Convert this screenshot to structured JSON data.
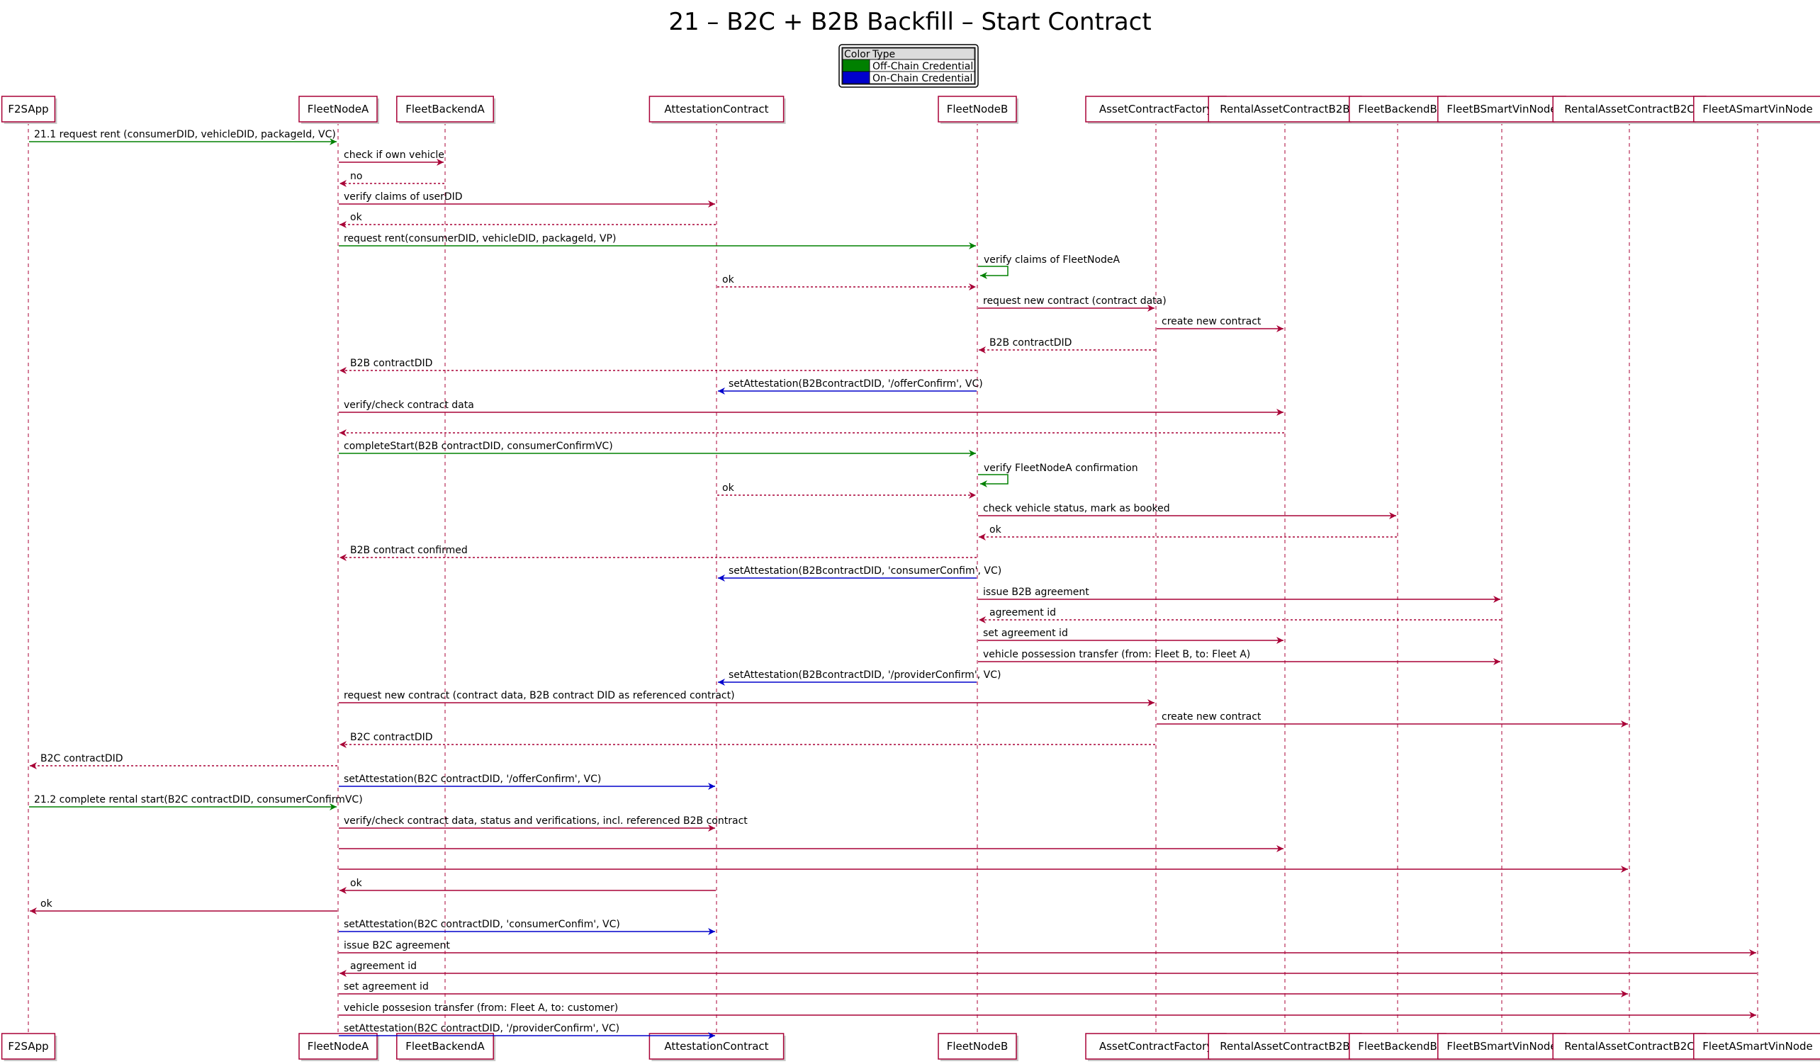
{
  "title": "21 – B2C + B2B Backfill – Start Contract",
  "legend": {
    "headers": [
      "Color",
      "Type"
    ],
    "rows": [
      {
        "color": "#008000",
        "type": "Off-Chain Credential"
      },
      {
        "color": "#0000cc",
        "type": "On-Chain Credential"
      }
    ]
  },
  "colors": {
    "default": "#a80036",
    "offchain": "#008000",
    "onchain": "#0000cc"
  },
  "participants": [
    {
      "id": "F2SApp",
      "label": "F2SApp"
    },
    {
      "id": "FleetNodeA",
      "label": "FleetNodeA"
    },
    {
      "id": "FleetBackendA",
      "label": "FleetBackendA"
    },
    {
      "id": "AttestationContract",
      "label": "AttestationContract"
    },
    {
      "id": "FleetNodeB",
      "label": "FleetNodeB"
    },
    {
      "id": "AssetContractFactory",
      "label": "AssetContractFactory"
    },
    {
      "id": "RentalAssetContractB2B",
      "label": "RentalAssetContractB2B"
    },
    {
      "id": "FleetBackendB",
      "label": "FleetBackendB"
    },
    {
      "id": "FleetBSmartVinNode",
      "label": "FleetBSmartVinNode"
    },
    {
      "id": "RentalAssetContractB2C",
      "label": "RentalAssetContractB2C"
    },
    {
      "id": "FleetASmartVinNode",
      "label": "FleetASmartVinNode"
    }
  ],
  "messages": [
    {
      "from": "F2SApp",
      "to": "FleetNodeA",
      "label": "21.1 request rent (consumerDID, vehicleDID, packageId, VC)",
      "type": "offchain"
    },
    {
      "from": "FleetNodeA",
      "to": "FleetBackendA",
      "label": "check if own vehicle",
      "type": "default"
    },
    {
      "from": "FleetBackendA",
      "to": "FleetNodeA",
      "label": "no",
      "type": "default",
      "dashed": true
    },
    {
      "from": "FleetNodeA",
      "to": "AttestationContract",
      "label": "verify claims of userDID",
      "type": "default"
    },
    {
      "from": "AttestationContract",
      "to": "FleetNodeA",
      "label": "ok",
      "type": "default",
      "dashed": true
    },
    {
      "from": "FleetNodeA",
      "to": "FleetNodeB",
      "label": "request rent(consumerDID, vehicleDID, packageId, VP)",
      "type": "offchain"
    },
    {
      "from": "FleetNodeB",
      "to": "FleetNodeB",
      "label": "verify claims of FleetNodeA",
      "type": "offchain",
      "self": true
    },
    {
      "from": "AttestationContract",
      "to": "FleetNodeB",
      "label": "ok",
      "type": "default",
      "dashed": true
    },
    {
      "from": "FleetNodeB",
      "to": "AssetContractFactory",
      "label": "request new contract (contract data)",
      "type": "default"
    },
    {
      "from": "AssetContractFactory",
      "to": "RentalAssetContractB2B",
      "label": "create new contract",
      "type": "default"
    },
    {
      "from": "AssetContractFactory",
      "to": "FleetNodeB",
      "label": "B2B contractDID",
      "type": "default",
      "dashed": true
    },
    {
      "from": "FleetNodeB",
      "to": "FleetNodeA",
      "label": "B2B contractDID",
      "type": "default",
      "dashed": true
    },
    {
      "from": "FleetNodeB",
      "to": "AttestationContract",
      "label": "setAttestation(B2BcontractDID, '/offerConfirm', VC)",
      "type": "onchain"
    },
    {
      "from": "FleetNodeA",
      "to": "RentalAssetContractB2B",
      "label": "verify/check contract data",
      "type": "default"
    },
    {
      "from": "RentalAssetContractB2B",
      "to": "FleetNodeA",
      "label": "",
      "type": "default",
      "dashed": true
    },
    {
      "from": "FleetNodeA",
      "to": "FleetNodeB",
      "label": "completeStart(B2B contractDID, consumerConfirmVC)",
      "type": "offchain"
    },
    {
      "from": "FleetNodeB",
      "to": "FleetNodeB",
      "label": "verify FleetNodeA confirmation",
      "type": "offchain",
      "self": true
    },
    {
      "from": "AttestationContract",
      "to": "FleetNodeB",
      "label": "ok",
      "type": "default",
      "dashed": true
    },
    {
      "from": "FleetNodeB",
      "to": "FleetBackendB",
      "label": "check vehicle status, mark as booked",
      "type": "default"
    },
    {
      "from": "FleetBackendB",
      "to": "FleetNodeB",
      "label": "ok",
      "type": "default",
      "dashed": true
    },
    {
      "from": "FleetNodeB",
      "to": "FleetNodeA",
      "label": "B2B contract confirmed",
      "type": "default",
      "dashed": true
    },
    {
      "from": "FleetNodeB",
      "to": "AttestationContract",
      "label": "setAttestation(B2BcontractDID, 'consumerConfim', VC)",
      "type": "onchain"
    },
    {
      "from": "FleetNodeB",
      "to": "FleetBSmartVinNode",
      "label": "issue B2B agreement",
      "type": "default"
    },
    {
      "from": "FleetBSmartVinNode",
      "to": "FleetNodeB",
      "label": "agreement id",
      "type": "default",
      "dashed": true
    },
    {
      "from": "FleetNodeB",
      "to": "RentalAssetContractB2B",
      "label": "set agreement id",
      "type": "default"
    },
    {
      "from": "FleetNodeB",
      "to": "FleetBSmartVinNode",
      "label": "vehicle possession transfer (from: Fleet B, to: Fleet A)",
      "type": "default"
    },
    {
      "from": "FleetNodeB",
      "to": "AttestationContract",
      "label": "setAttestation(B2BcontractDID, '/providerConfirm', VC)",
      "type": "onchain"
    },
    {
      "from": "FleetNodeA",
      "to": "AssetContractFactory",
      "label": "request new contract (contract data, B2B contract DID as referenced contract)",
      "type": "default"
    },
    {
      "from": "AssetContractFactory",
      "to": "RentalAssetContractB2C",
      "label": "create new contract",
      "type": "default"
    },
    {
      "from": "AssetContractFactory",
      "to": "FleetNodeA",
      "label": "B2C contractDID",
      "type": "default",
      "dashed": true
    },
    {
      "from": "FleetNodeA",
      "to": "F2SApp",
      "label": "B2C contractDID",
      "type": "default",
      "dashed": true
    },
    {
      "from": "FleetNodeA",
      "to": "AttestationContract",
      "label": "setAttestation(B2C contractDID, '/offerConfirm', VC)",
      "type": "onchain"
    },
    {
      "from": "F2SApp",
      "to": "FleetNodeA",
      "label": "21.2 complete rental start(B2C contractDID, consumerConfirmVC)",
      "type": "offchain"
    },
    {
      "from": "FleetNodeA",
      "to": "AttestationContract",
      "label": "verify/check contract data, status and verifications, incl. referenced B2B contract",
      "type": "default"
    },
    {
      "from": "FleetNodeA",
      "to": "RentalAssetContractB2B",
      "label": "",
      "type": "default"
    },
    {
      "from": "FleetNodeA",
      "to": "RentalAssetContractB2C",
      "label": "",
      "type": "default"
    },
    {
      "from": "AttestationContract",
      "to": "FleetNodeA",
      "label": "ok",
      "type": "default"
    },
    {
      "from": "FleetNodeA",
      "to": "F2SApp",
      "label": "ok",
      "type": "default"
    },
    {
      "from": "FleetNodeA",
      "to": "AttestationContract",
      "label": "setAttestation(B2C contractDID, 'consumerConfim', VC)",
      "type": "onchain"
    },
    {
      "from": "FleetNodeA",
      "to": "FleetASmartVinNode",
      "label": "issue B2C agreement",
      "type": "default"
    },
    {
      "from": "FleetASmartVinNode",
      "to": "FleetNodeA",
      "label": "agreement id",
      "type": "default"
    },
    {
      "from": "FleetNodeA",
      "to": "RentalAssetContractB2C",
      "label": "set agreement id",
      "type": "default"
    },
    {
      "from": "FleetNodeA",
      "to": "FleetASmartVinNode",
      "label": "vehicle possesion transfer (from: Fleet A, to: customer)",
      "type": "default"
    },
    {
      "from": "FleetNodeA",
      "to": "AttestationContract",
      "label": "setAttestation(B2C contractDID, '/providerConfirm', VC)",
      "type": "onchain"
    }
  ]
}
